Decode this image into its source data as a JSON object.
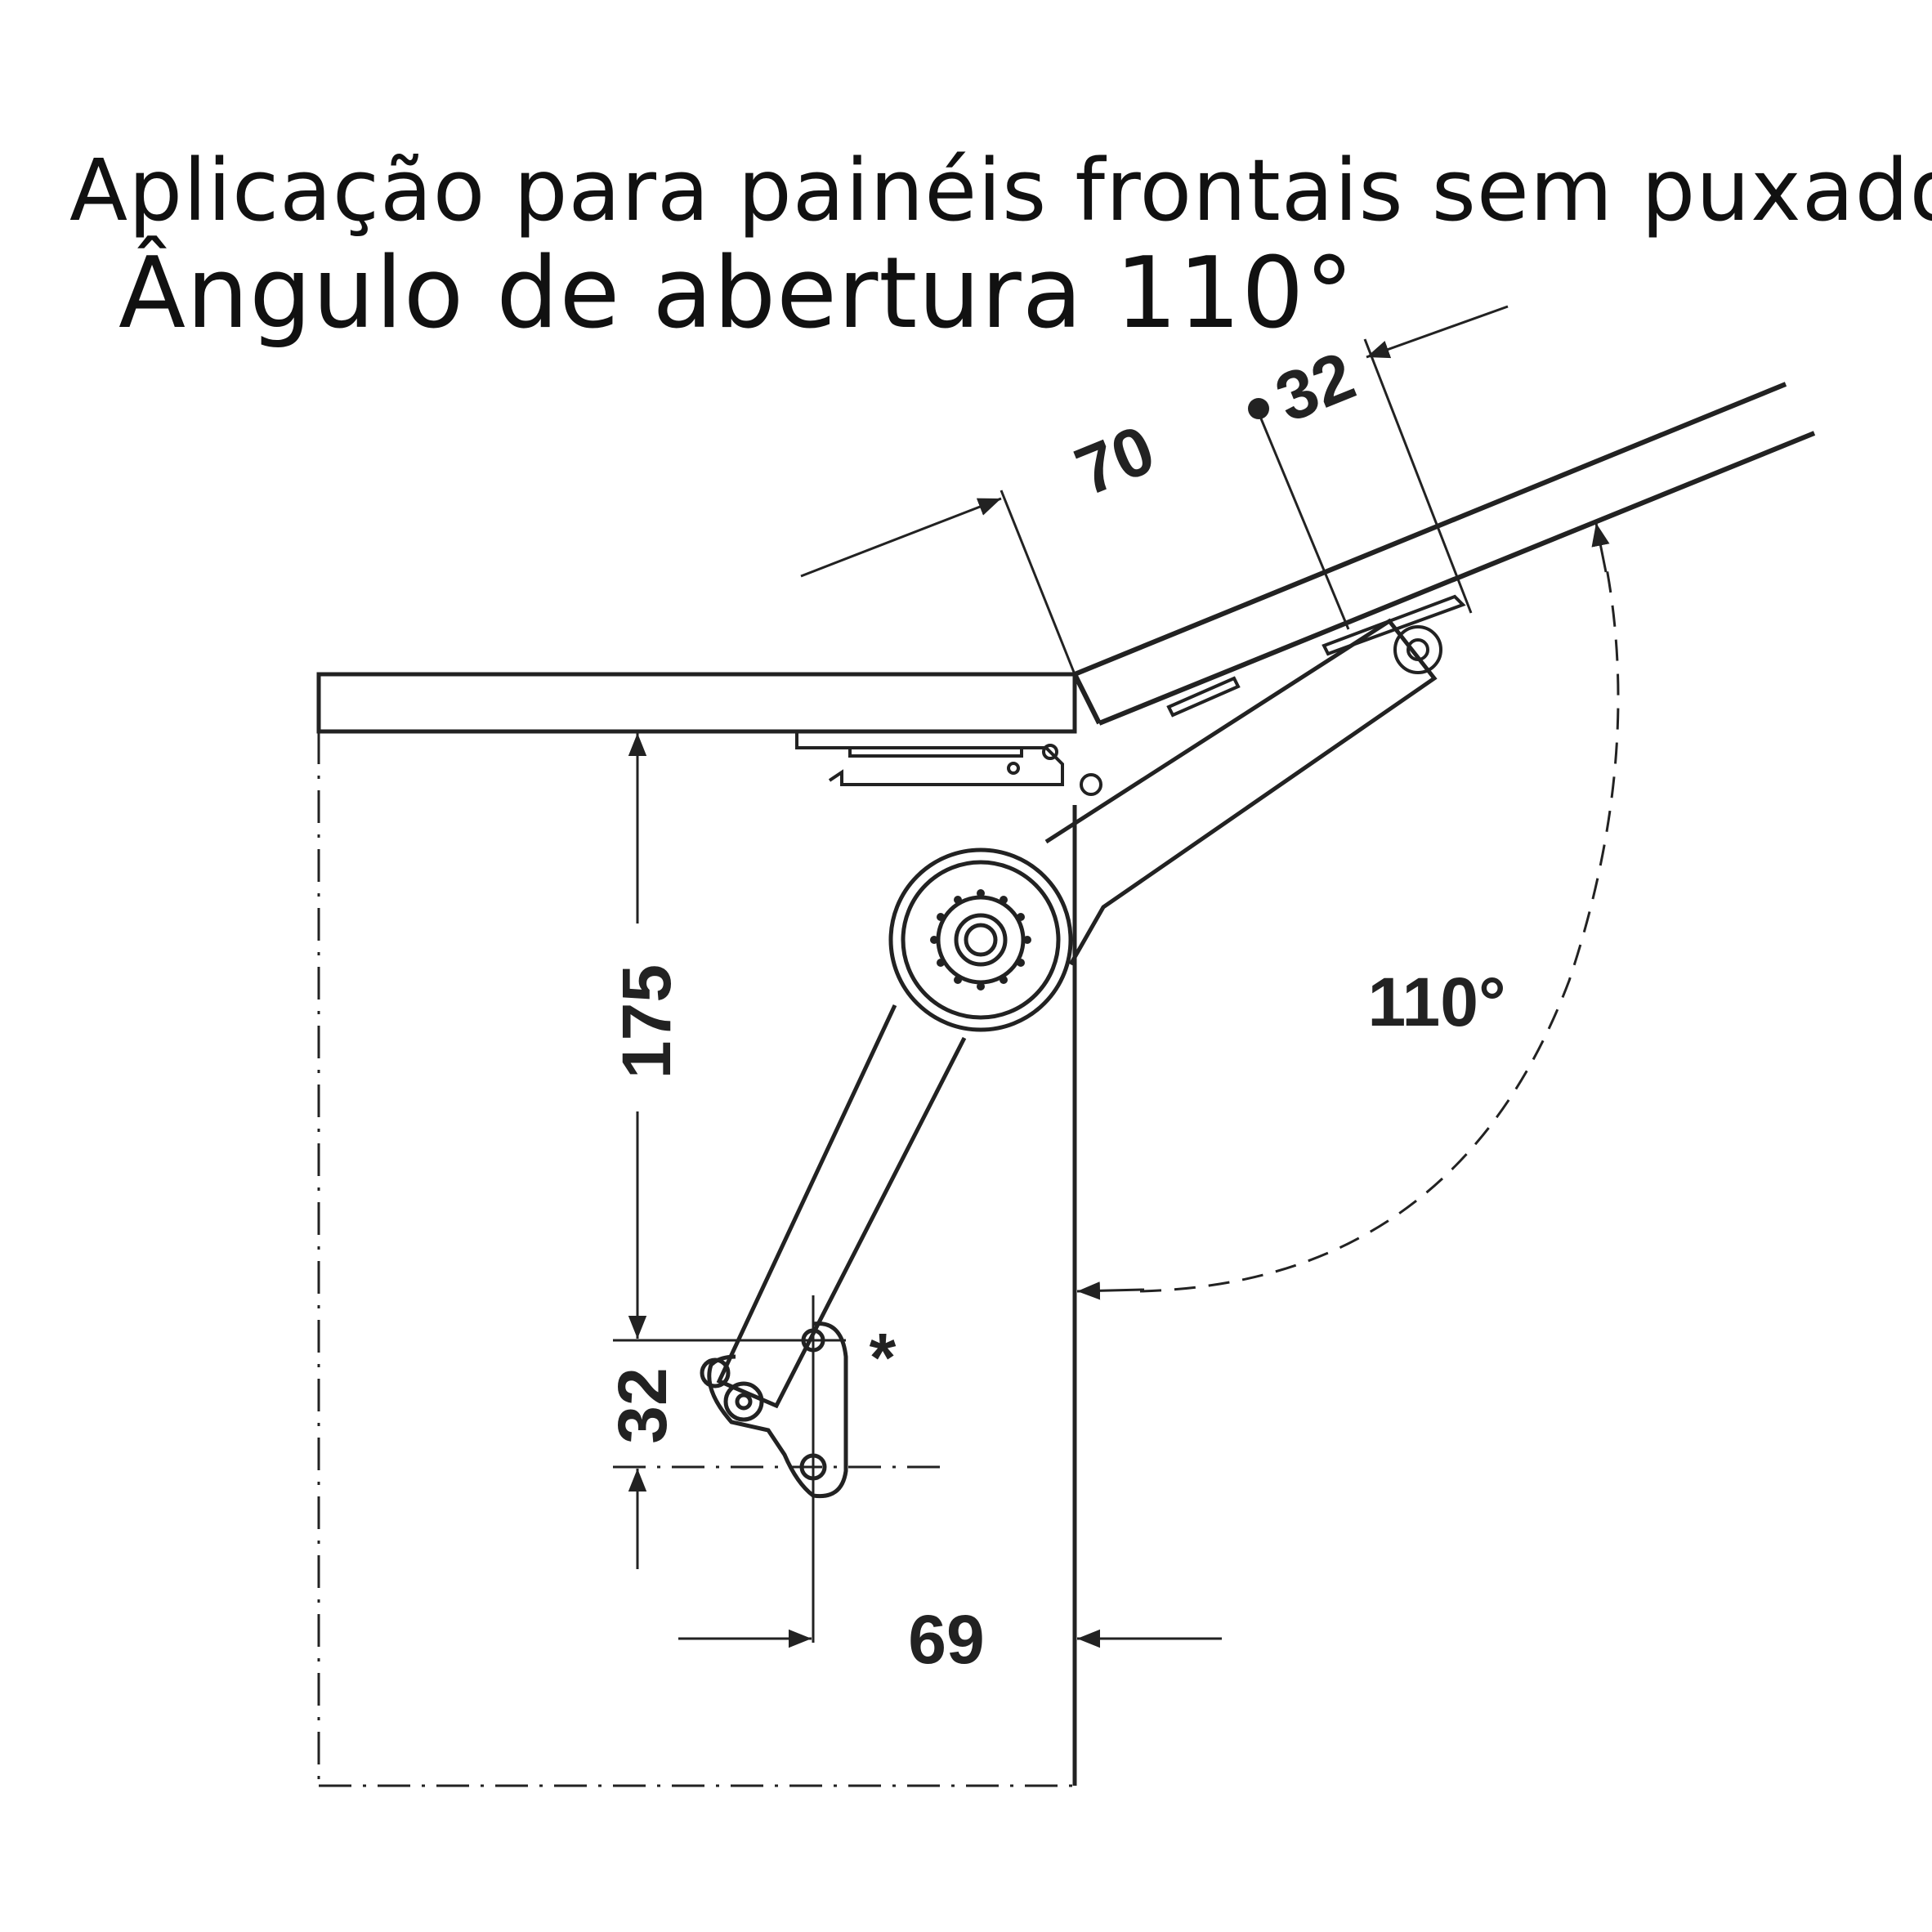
{
  "header": {
    "title": "Aplicação para painéis frontais sem puxador",
    "subtitle": "Ângulo de abertura 110°"
  },
  "dimensions": {
    "top_offset": "70",
    "top_hole_spacing": "32",
    "vertical_height": "175",
    "bottom_hole_spacing": "32",
    "side_offset": "69",
    "opening_angle": "110°",
    "note_marker": "*"
  },
  "colors": {
    "line": "#222222",
    "background": "#ffffff"
  }
}
